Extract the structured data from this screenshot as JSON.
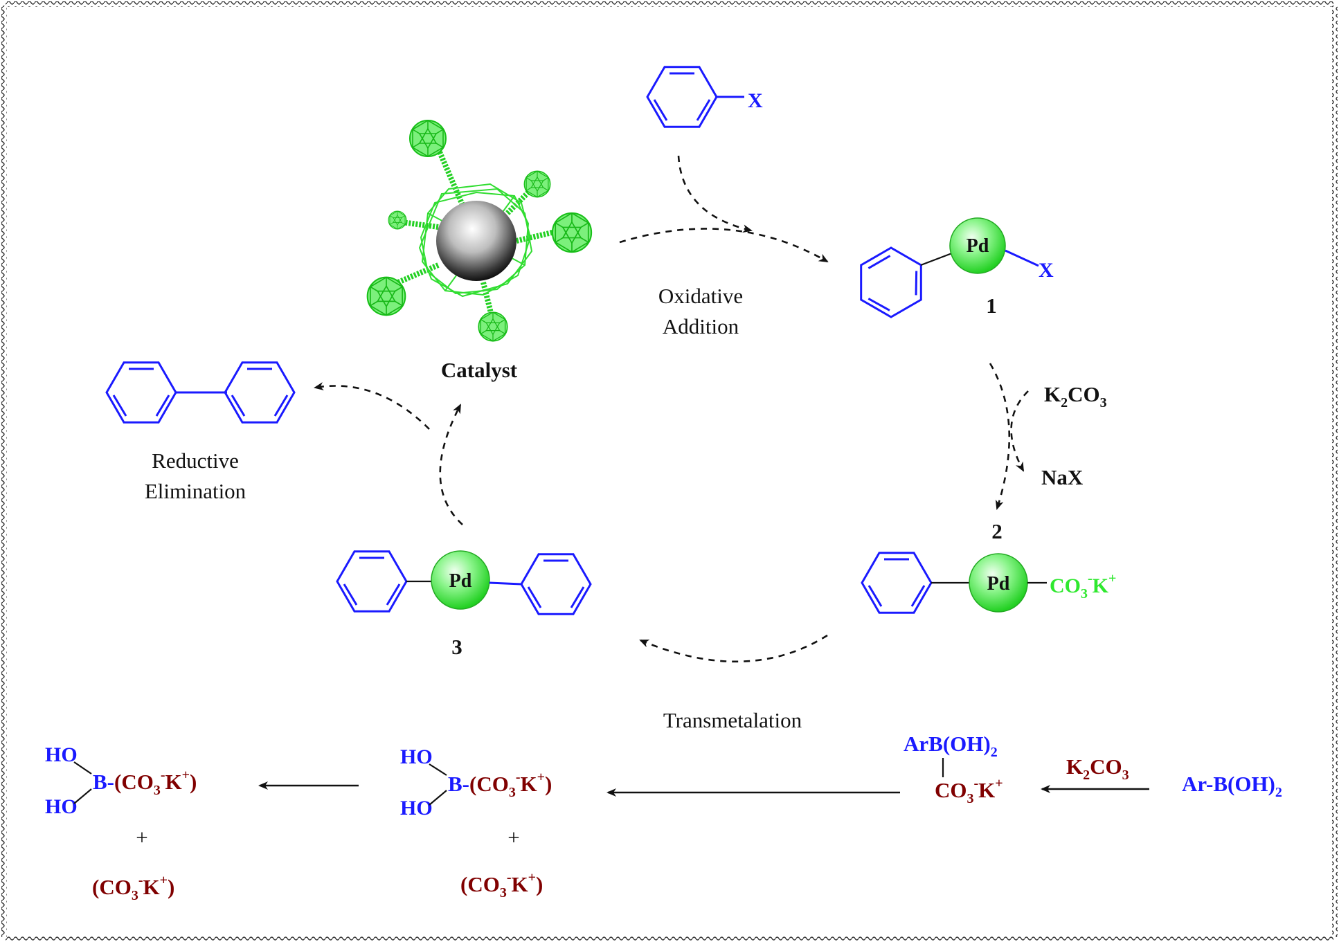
{
  "labels": {
    "catalyst": "Catalyst",
    "oxidative_addition_1": "Oxidative",
    "oxidative_addition_2": "Addition",
    "reductive_elimination_1": "Reductive",
    "reductive_elimination_2": "Elimination",
    "transmetalation": "Transmetalation",
    "compound_1": "1",
    "compound_2": "2",
    "compound_3": "3",
    "pd": "Pd",
    "x": "X",
    "k2co3_main": {
      "a": "K",
      "b": "2",
      "c": "CO",
      "d": "3"
    },
    "nax": "NaX",
    "co3k_on_2": {
      "a": "CO",
      "b": "3",
      "c": "-",
      "d": "K",
      "e": "+"
    },
    "arboh2_top": {
      "a": "ArB(OH)",
      "b": "2"
    },
    "co3k_under": {
      "a": "CO",
      "b": "3",
      "c": "-",
      "d": "K",
      "e": "+"
    },
    "k2co3_bottom": {
      "a": "K",
      "b": "2",
      "c": "CO",
      "d": "3"
    },
    "ar_boh2": {
      "a": "Ar-B(OH)",
      "b": "2"
    },
    "ho": "HO",
    "b_complex": {
      "a": "B-",
      "b": "(CO",
      "c": "3",
      "d": "-",
      "e": "K",
      "f": "+",
      "g": ")"
    },
    "plus": "+",
    "co3k_free": {
      "a": "(CO",
      "b": "3",
      "c": "-",
      "d": "K",
      "e": "+",
      "f": ")"
    }
  },
  "colors": {
    "blue": "#1a1aff",
    "dark_red": "#800000",
    "green": "#2ee82e",
    "black": "#111111"
  }
}
